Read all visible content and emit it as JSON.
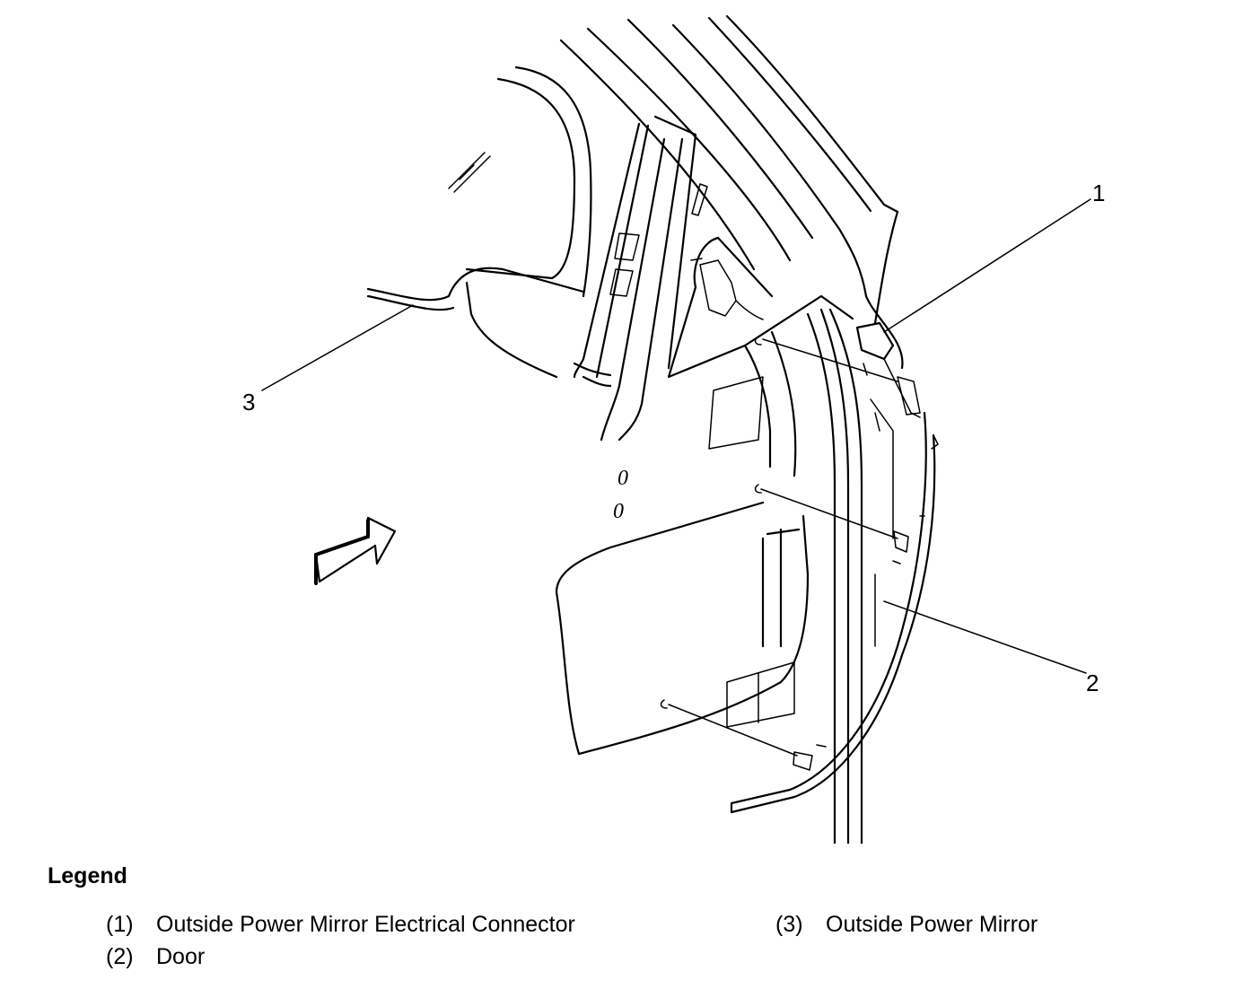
{
  "callouts": [
    {
      "id": "callout-1",
      "label": "1"
    },
    {
      "id": "callout-2",
      "label": "2"
    },
    {
      "id": "callout-3",
      "label": "3"
    }
  ],
  "marks": [
    "0",
    "0"
  ],
  "legend": {
    "title": "Legend",
    "items": [
      {
        "num": "(1)",
        "text": "Outside Power Mirror Electrical Connector"
      },
      {
        "num": "(2)",
        "text": "Door"
      },
      {
        "num": "(3)",
        "text": "Outside Power Mirror"
      }
    ]
  },
  "icons": [
    "direction-arrow-icon"
  ]
}
